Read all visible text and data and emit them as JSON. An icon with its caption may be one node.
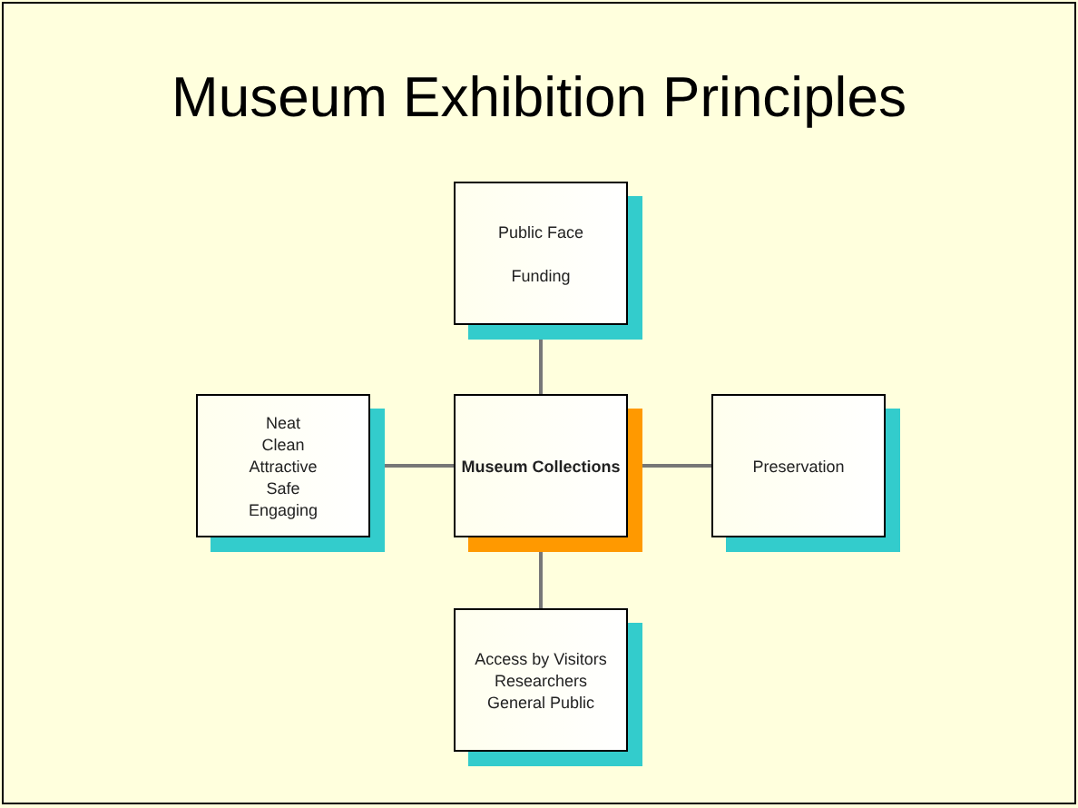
{
  "diagram": {
    "title": "Museum Exhibition Principles",
    "nodes": [
      {
        "text": [
          "Public Face",
          "Funding"
        ]
      },
      {
        "text": [
          "Neat",
          "Clean",
          "Attractive",
          "Safe",
          "Engaging"
        ]
      },
      {
        "text": [
          "**Museum Collections**"
        ]
      },
      {
        "text": [
          "Preservation"
        ]
      },
      {
        "text": [
          "Access by Visitors",
          "Researchers",
          "General Public"
        ]
      }
    ],
    "edges": [
      {
        "from": 2,
        "to": 0,
        "arrow": "none"
      },
      {
        "from": 2,
        "to": 1,
        "arrow": "none"
      },
      {
        "from": 2,
        "to": 3,
        "arrow": "none"
      },
      {
        "from": 2,
        "to": 4,
        "arrow": "none"
      }
    ]
  }
}
